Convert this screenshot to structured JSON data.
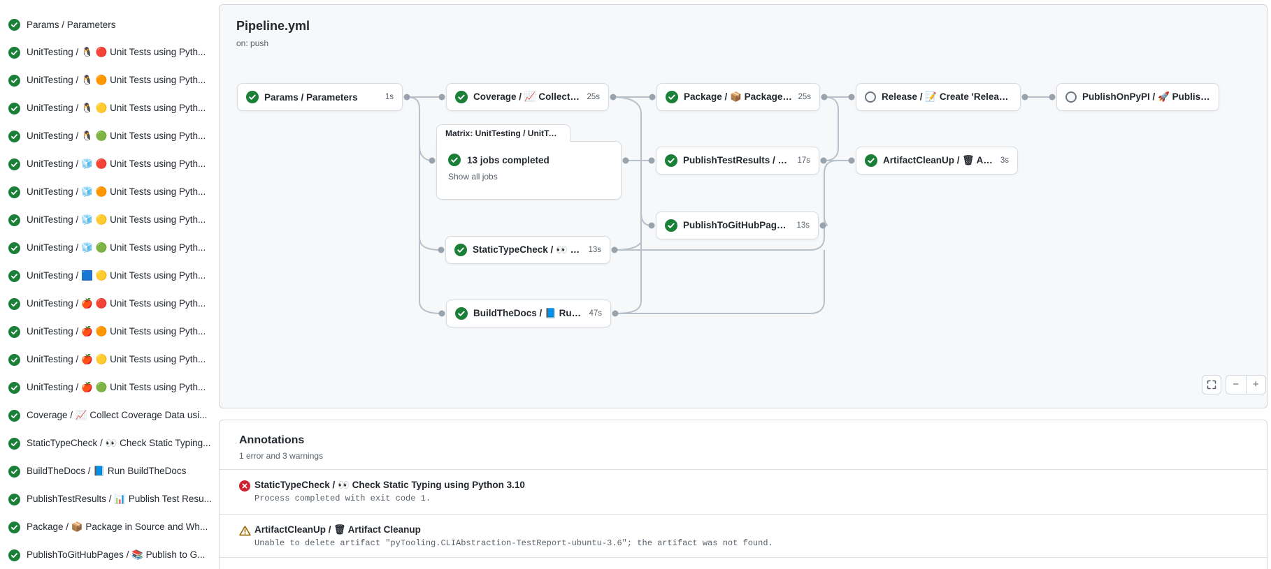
{
  "colors": {
    "success_green": "#1a7f37",
    "error_red": "#cf222e",
    "warning_yellow": "#9a6700",
    "edge_gray": "#b8c0c9",
    "canvas_bg": "#f6f8fa"
  },
  "sidebar": {
    "jobs": [
      {
        "label": "Params / Parameters"
      },
      {
        "label": "UnitTesting / 🐧 🔴 Unit Tests using Pyth..."
      },
      {
        "label": "UnitTesting / 🐧 🟠 Unit Tests using Pyth..."
      },
      {
        "label": "UnitTesting / 🐧 🟡 Unit Tests using Pyth..."
      },
      {
        "label": "UnitTesting / 🐧 🟢 Unit Tests using Pyth..."
      },
      {
        "label": "UnitTesting / 🧊 🔴 Unit Tests using Pyth..."
      },
      {
        "label": "UnitTesting / 🧊 🟠 Unit Tests using Pyth..."
      },
      {
        "label": "UnitTesting / 🧊 🟡 Unit Tests using Pyth..."
      },
      {
        "label": "UnitTesting / 🧊 🟢 Unit Tests using Pyth..."
      },
      {
        "label": "UnitTesting / 🟦 🟡 Unit Tests using Pyth..."
      },
      {
        "label": "UnitTesting / 🍎 🔴 Unit Tests using Pyth..."
      },
      {
        "label": "UnitTesting / 🍎 🟠 Unit Tests using Pyth..."
      },
      {
        "label": "UnitTesting / 🍎 🟡 Unit Tests using Pyth..."
      },
      {
        "label": "UnitTesting / 🍎 🟢 Unit Tests using Pyth..."
      },
      {
        "label": "Coverage / 📈 Collect Coverage Data usi..."
      },
      {
        "label": "StaticTypeCheck / 👀 Check Static Typing..."
      },
      {
        "label": "BuildTheDocs / 📘 Run BuildTheDocs"
      },
      {
        "label": "PublishTestResults / 📊 Publish Test Resu..."
      },
      {
        "label": "Package / 📦 Package in Source and Wh..."
      },
      {
        "label": "PublishToGitHubPages / 📚 Publish to G..."
      }
    ]
  },
  "graph": {
    "title": "Pipeline.yml",
    "trigger": "on: push",
    "nodes": {
      "params": {
        "label": "Params / Parameters",
        "duration": "1s",
        "status": "success"
      },
      "coverage": {
        "label": "Coverage / 📈 Collect Cove...",
        "duration": "25s",
        "status": "success"
      },
      "package": {
        "label": "Package / 📦 Package in So...",
        "duration": "25s",
        "status": "success"
      },
      "release": {
        "label": "Release / 📝 Create 'Release P...",
        "duration": "",
        "status": "skipped"
      },
      "publishOnPyPI": {
        "label": "PublishOnPyPI / 🚀 Publish to ...",
        "duration": "",
        "status": "skipped"
      },
      "publishTestResults": {
        "label": "PublishTestResults / 📊 Pu...",
        "duration": "17s",
        "status": "success"
      },
      "artifactCleanUp": {
        "label": "ArtifactCleanUp / 🗑 Artifac...",
        "duration": "3s",
        "status": "success"
      },
      "publishToGitHubPages": {
        "label": "PublishToGitHubPages / 📚 ...",
        "duration": "13s",
        "status": "success"
      },
      "staticTypeCheck": {
        "label": "StaticTypeCheck / 👀 Chec...",
        "duration": "13s",
        "status": "success"
      },
      "buildTheDocs": {
        "label": "BuildTheDocs / 📘 Run Buil...",
        "duration": "47s",
        "status": "success"
      }
    },
    "matrix": {
      "tab": "Matrix: UnitTesting / UnitTesting",
      "summary": "13 jobs completed",
      "show_all": "Show all jobs"
    },
    "controls": {
      "zoom_out": "−",
      "zoom_in": "+"
    }
  },
  "annotations": {
    "title": "Annotations",
    "summary": "1 error and 3 warnings",
    "items": [
      {
        "severity": "error",
        "title": "StaticTypeCheck / 👀 Check Static Typing using Python 3.10",
        "detail": "Process completed with exit code 1."
      },
      {
        "severity": "warning",
        "title": "ArtifactCleanUp / 🗑 Artifact Cleanup",
        "detail": "Unable to delete artifact \"pyTooling.CLIAbstraction-TestReport-ubuntu-3.6\"; the artifact was not found."
      }
    ]
  }
}
